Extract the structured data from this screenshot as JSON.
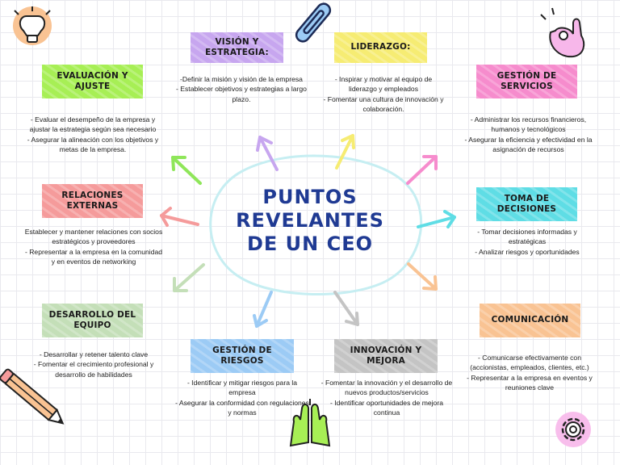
{
  "title": "PUNTOS REVELANTES DE UN CEO",
  "colors": {
    "title": "#1f3a93",
    "purple": "#c7a6ef",
    "yellow": "#f6ec73",
    "pink": "#f68ccd",
    "green": "#a7ef55",
    "red": "#f59b9b",
    "cyan": "#5fdde5",
    "sage": "#c4dfb8",
    "blue": "#9ccbf5",
    "gray": "#c4c4c4",
    "orange": "#f9c393"
  },
  "icons": [
    "lightbulb-icon",
    "paperclip-icon",
    "ok-hand-icon",
    "pencil-icon",
    "high-five-icon",
    "gear-icon"
  ],
  "nodes": {
    "vision": {
      "label": "VISIÓN Y ESTRATEGIA:",
      "text": "-Definir la misión y visión de la empresa\n- Establecer objetivos y estrategias a largo plazo."
    },
    "leadership": {
      "label": "LIDERAZGO:",
      "text": "- Inspirar y motivar al equipo de liderazgo y empleados\n- Fomentar una cultura de innovación y colaboración."
    },
    "evaluation": {
      "label": "EVALUACIÓN Y AJUSTE",
      "text": "- Evaluar el desempeño de la empresa y ajustar la estrategia según sea necesario\n- Asegurar la alineación con los objetivos y metas de la empresa."
    },
    "services": {
      "label": "GESTIÓN DE SERVICIOS",
      "text": "- Administrar los recursos financieros, humanos y tecnológicos\n- Asegurar la eficiencia y efectividad en la asignación de recursos"
    },
    "relations": {
      "label": "RELACIONES EXTERNAS",
      "text": "Establecer y mantener relaciones con socios estratégicos y proveedores\n- Representar a la empresa en la comunidad y en eventos de networking"
    },
    "decisions": {
      "label": "TOMA DE DECISIONES",
      "text": "- Tomar decisiones informadas y estratégicas\n- Analizar riesgos y oportunidades"
    },
    "team": {
      "label": "DESARROLLO DEL EQUIPO",
      "text": "- Desarrollar y retener talento clave\n- Fomentar el crecimiento profesional y desarrollo de habilidades"
    },
    "risks": {
      "label": "GESTIÓN DE RIESGOS",
      "text": "- Identificar y mitigar riesgos para la empresa\n- Asegurar la conformidad con regulaciones y normas"
    },
    "innovation": {
      "label": "INNOVACIÓN Y MEJORA",
      "text": "- Fomentar la innovación y el desarrollo de nuevos productos/servicios\n- Identificar oportunidades de mejora continua"
    },
    "communication": {
      "label": "COMUNICACIÓN",
      "text": "- Comunicarse efectivamente con (accionistas, empleados, clientes, etc.)\n- Representar a la empresa en eventos y reuniones clave"
    }
  }
}
